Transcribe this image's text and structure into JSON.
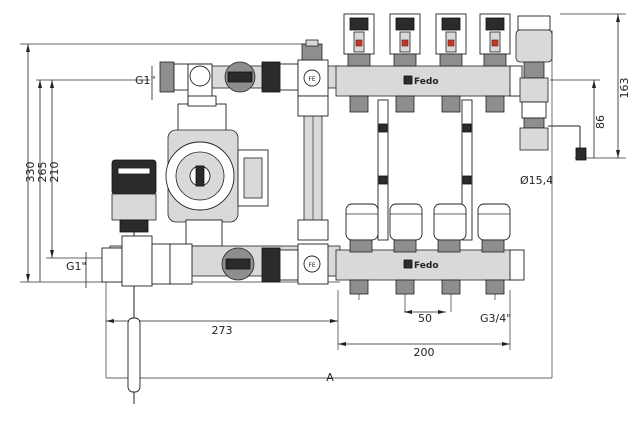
{
  "labels": {
    "brand": "Fedo",
    "g1_top": "G1\"",
    "g1_bottom": "G1\"",
    "dim_330": "330",
    "dim_265": "265",
    "dim_210": "210",
    "dim_163": "163",
    "dim_86": "86",
    "dim_diameter": "Ø15,4",
    "dim_273": "273",
    "dim_200": "200",
    "dim_50": "50",
    "dim_g34": "G3/4\"",
    "view_letter": "A"
  },
  "colors": {
    "line": "#222222",
    "dark": "#2b2b2b",
    "mid": "#8e8e8e",
    "light": "#d9d9d9",
    "valve_red": "#c0392b"
  },
  "icons": {
    "valve_mark": "valve-badge-icon",
    "brand_mark": "fedo-logo-icon"
  }
}
